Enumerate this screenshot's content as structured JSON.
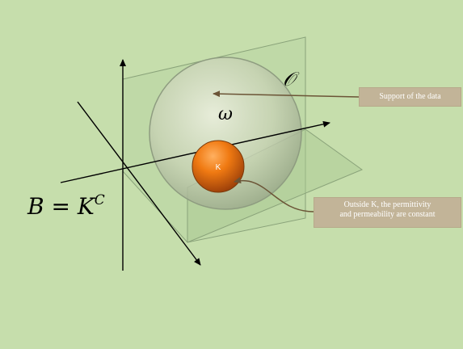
{
  "labels": {
    "set_B": "B = K",
    "set_B_superscript": "C",
    "domain_O": "𝒪",
    "omega": "ω",
    "K": "K"
  },
  "callouts": {
    "support": "Support of  the data",
    "outside_line1": "Outside K, the permittivity",
    "outside_line2": "and permeability are constant"
  },
  "colors": {
    "background": "#c6deac",
    "plane": "#b9d6a4",
    "sphere": "#d6dcc6",
    "ball_k": "#e8700f",
    "callout": "#c2b498",
    "arrow": "#6b5436"
  }
}
